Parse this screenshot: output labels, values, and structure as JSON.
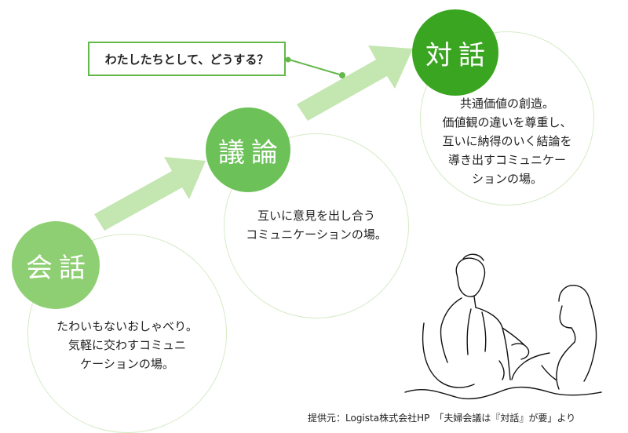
{
  "stages": [
    {
      "title": "会話",
      "lines": [
        "たわいもないおしゃべり。",
        "気軽に交わすコミュニ",
        "ケーションの場。"
      ],
      "color": "#8fcf73"
    },
    {
      "title": "議論",
      "lines": [
        "互いに意見を出し合う",
        "コミュニケーションの場。"
      ],
      "color": "#6cc158"
    },
    {
      "title": "対話",
      "lines": [
        "共通価値の創造。",
        "価値観の違いを尊重し、",
        "互いに納得のいく結論を",
        "導き出すコミュニケー",
        "ションの場。"
      ],
      "color": "#3aa520"
    }
  ],
  "callout": {
    "text": "わたしたちとして、どうする？"
  },
  "credit": {
    "text": "提供元：Logista株式会社HP　「夫婦会議は『対話』が要」より"
  },
  "colors": {
    "arrow": "#c4e6b0",
    "outline": "#d6ebc6",
    "callout_border": "#63b84a"
  },
  "illustration": {
    "icon": "couple-line-drawing-icon"
  }
}
